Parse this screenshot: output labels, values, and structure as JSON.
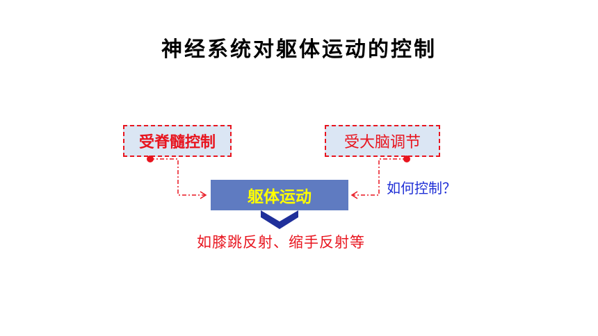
{
  "title": "神经系统对躯体运动的控制",
  "left_box": {
    "label": "受脊髓控制"
  },
  "right_box": {
    "label": "受大脑调节"
  },
  "center_box": {
    "label": "躯体运动"
  },
  "question": "如何控制？",
  "examples": "如膝跳反射、缩手反射等",
  "colors": {
    "red": "#e8141e",
    "box_fill": "#dbe6f4",
    "center_fill": "#5f7bc1",
    "center_text": "#ffff00",
    "chevron": "#1f2f9a",
    "question_text": "#1f2fd6"
  }
}
